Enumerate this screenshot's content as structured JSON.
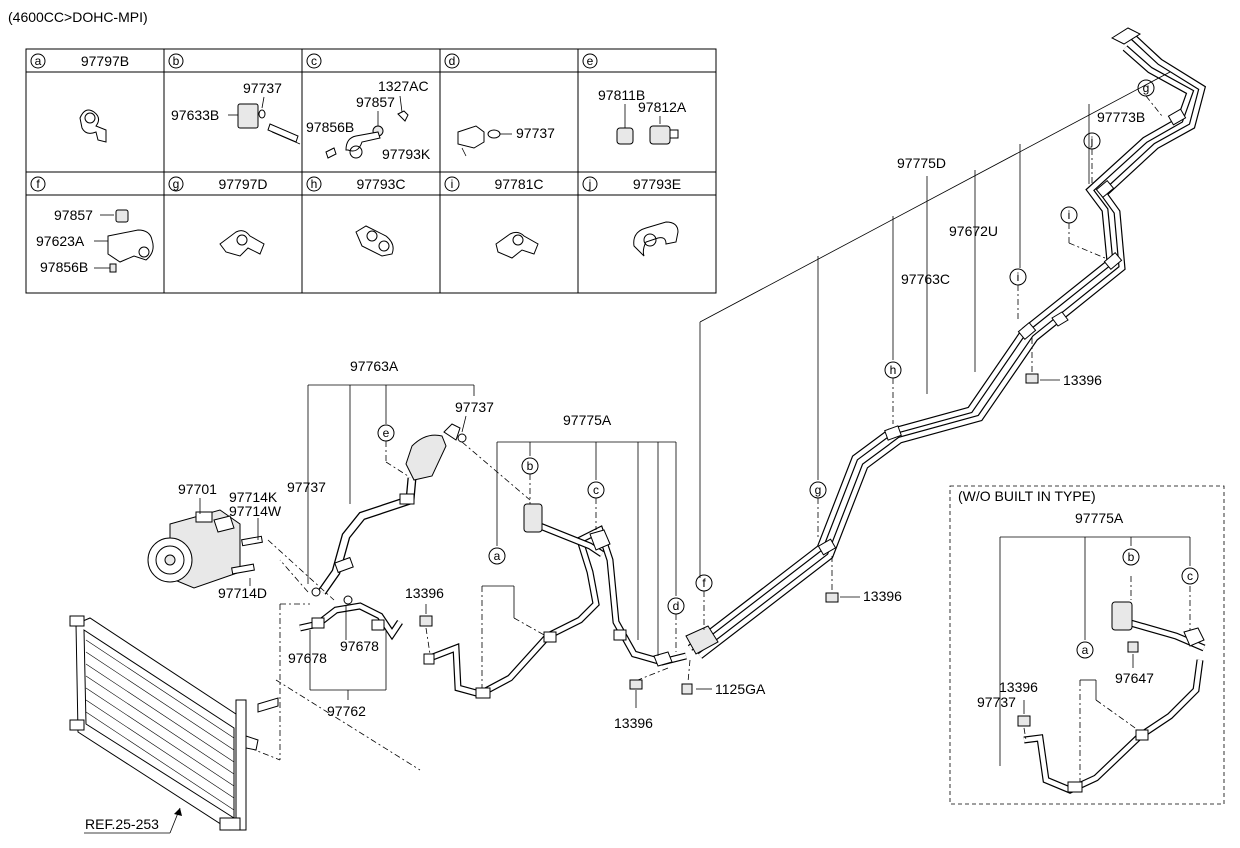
{
  "header": {
    "engine_spec": "(4600CC>DOHC-MPI)"
  },
  "table": {
    "cells": [
      {
        "key": "a",
        "part": "97797B"
      },
      {
        "key": "b",
        "part": "",
        "labels": [
          "97737",
          "97633B"
        ]
      },
      {
        "key": "c",
        "part": "",
        "labels": [
          "1327AC",
          "97857",
          "97856B",
          "97793K"
        ]
      },
      {
        "key": "d",
        "part": "",
        "labels": [
          "97737"
        ]
      },
      {
        "key": "e",
        "part": "",
        "labels": [
          "97811B",
          "97812A"
        ]
      },
      {
        "key": "f",
        "part": "",
        "labels": [
          "97857",
          "97623A",
          "97856B"
        ]
      },
      {
        "key": "g",
        "part": "97797D"
      },
      {
        "key": "h",
        "part": "97793C"
      },
      {
        "key": "i",
        "part": "97781C"
      },
      {
        "key": "j",
        "part": "97793E"
      }
    ]
  },
  "main": {
    "labels": {
      "p97775D": "97775D",
      "p97773B": "97773B",
      "p97672U": "97672U",
      "p97763C": "97763C",
      "p13396_a": "13396",
      "p13396_b": "13396",
      "p13396_c": "13396",
      "p13396_d": "13396",
      "p97763A": "97763A",
      "p97737_a": "97737",
      "p97737_b": "97737",
      "p97775A": "97775A",
      "p97701": "97701",
      "p97714K": "97714K",
      "p97714W": "97714W",
      "p97714D": "97714D",
      "p97678_a": "97678",
      "p97678_b": "97678",
      "p97762": "97762",
      "p1125GA": "1125GA",
      "ref": "REF.25-253"
    },
    "callouts": [
      "g",
      "j",
      "i",
      "i",
      "h",
      "g",
      "f",
      "e",
      "b",
      "c",
      "a",
      "d"
    ]
  },
  "inset": {
    "title": "(W/O BUILT IN TYPE)",
    "labels": {
      "p97775A": "97775A",
      "p13396": "13396",
      "p97737": "97737",
      "p97647": "97647"
    },
    "callouts": [
      "b",
      "c",
      "a"
    ]
  }
}
